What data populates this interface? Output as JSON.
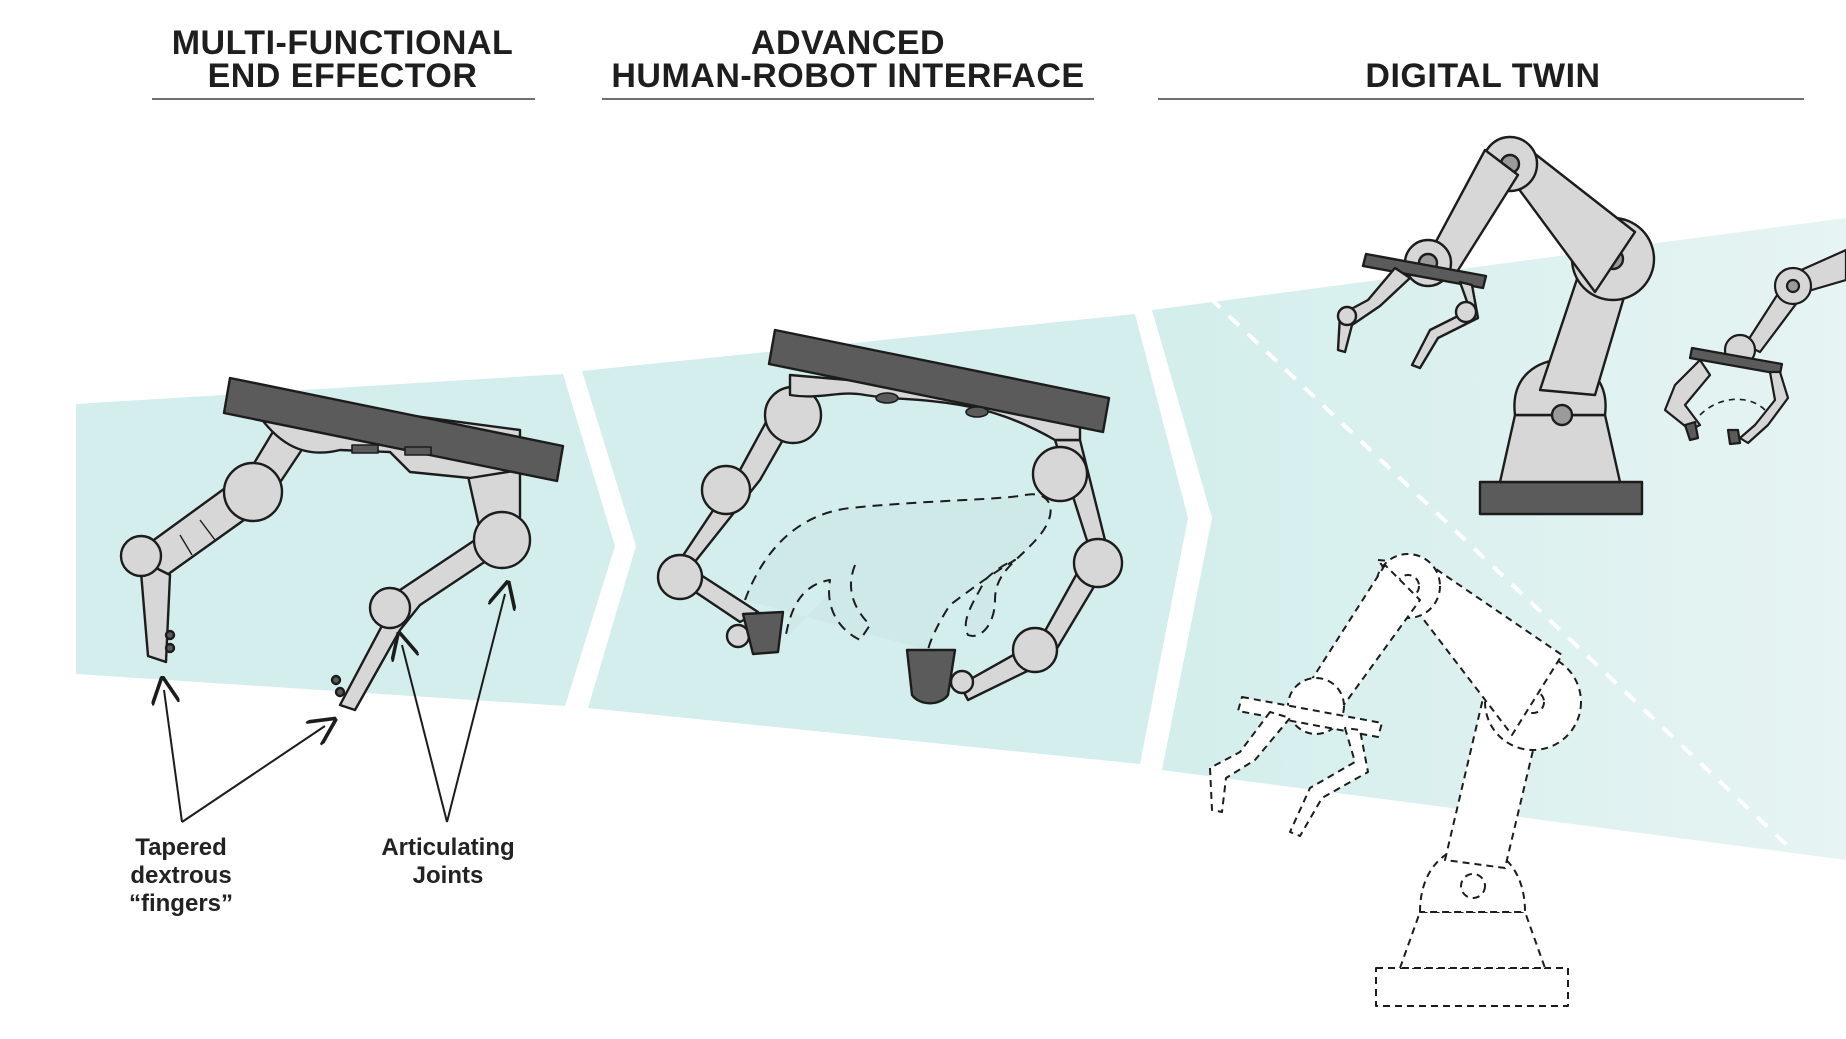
{
  "panels": [
    {
      "title_lines": [
        "MULTI-FUNCTIONAL",
        "END EFFECTOR"
      ]
    },
    {
      "title_lines": [
        "ADVANCED",
        "HUMAN-ROBOT INTERFACE"
      ]
    },
    {
      "title_lines": [
        "DIGITAL TWIN"
      ]
    }
  ],
  "callouts": [
    {
      "lines": [
        "Tapered",
        "dextrous",
        "“fingers”"
      ]
    },
    {
      "lines": [
        "Articulating",
        "Joints"
      ]
    }
  ],
  "colors": {
    "band": "#d3eeec",
    "band_light": "#e4f4f3",
    "arm_fill": "#d7d7d7",
    "plate": "#5b5b5b",
    "stroke": "#1c1c1c"
  }
}
